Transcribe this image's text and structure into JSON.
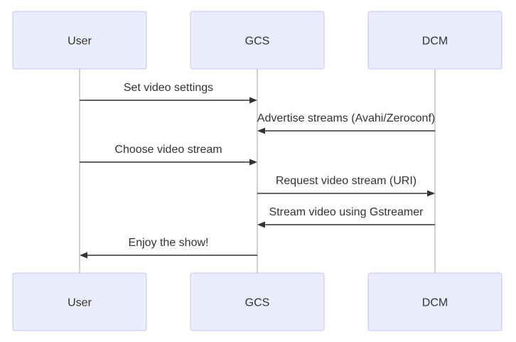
{
  "actors": [
    {
      "id": "user",
      "label": "User"
    },
    {
      "id": "gcs",
      "label": "GCS"
    },
    {
      "id": "dcm",
      "label": "DCM"
    }
  ],
  "messages": [
    {
      "from": "user",
      "to": "gcs",
      "text": "Set video settings"
    },
    {
      "from": "dcm",
      "to": "gcs",
      "text": "Advertise streams (Avahi/Zeroconf)"
    },
    {
      "from": "user",
      "to": "gcs",
      "text": "Choose video stream"
    },
    {
      "from": "gcs",
      "to": "dcm",
      "text": "Request video stream (URI)"
    },
    {
      "from": "dcm",
      "to": "gcs",
      "text": "Stream video using Gstreamer"
    },
    {
      "from": "gcs",
      "to": "user",
      "text": "Enjoy the show!"
    }
  ]
}
